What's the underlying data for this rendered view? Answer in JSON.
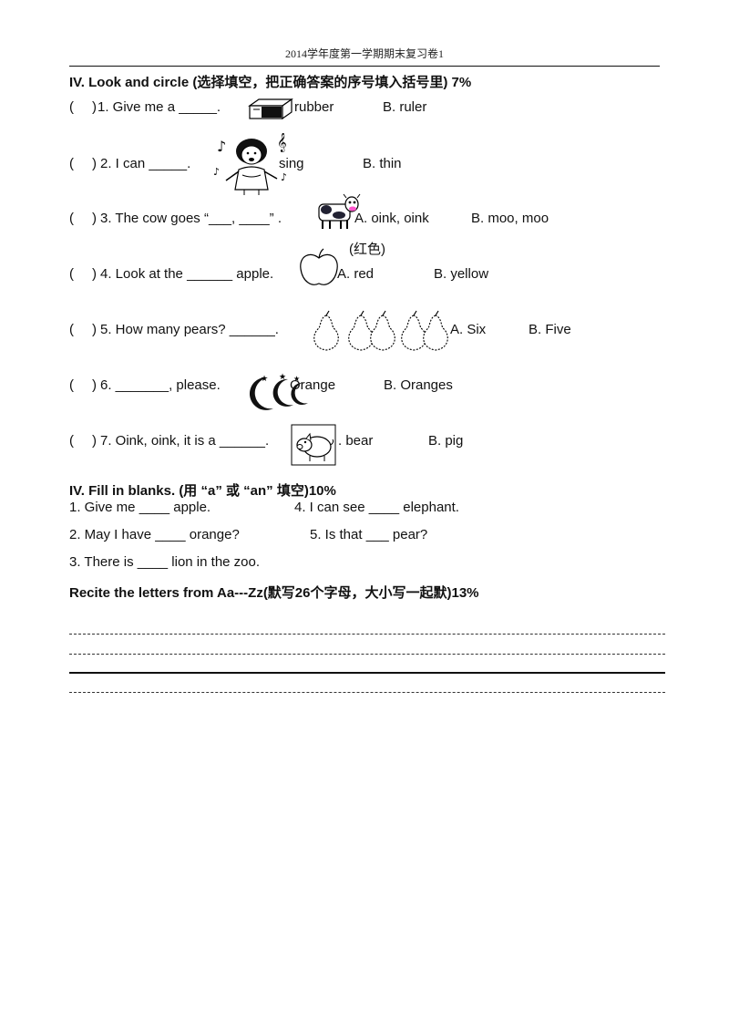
{
  "header": {
    "title": "2014学年度第一学期期末复习卷1"
  },
  "section1": {
    "heading": "IV.  Look and circle (选择填空，把正确答案的序号填入括号里) 7%",
    "items": [
      {
        "paren": "(",
        "paren_close": ")",
        "question": "1. Give me a _____.",
        "option_a": "rubber",
        "option_b": "B. ruler",
        "picture": "eraser-icon"
      },
      {
        "paren": "(",
        "paren_close": ")",
        "question": "2. I can _____.",
        "option_a": "sing",
        "option_b": "B. thin",
        "picture": "singing-girl-icon"
      },
      {
        "paren": "(",
        "paren_close": ")",
        "question": "3. The cow goes “___, ____” .",
        "option_a": "A. oink, oink",
        "option_b": "B. moo, moo",
        "picture": "cow-icon"
      },
      {
        "paren": "(",
        "paren_close": ")",
        "question": "4. Look at the ______ apple.",
        "option_a": "A. red",
        "option_b": "B. yellow",
        "picture": "apple-icon",
        "hint": "(红色)"
      },
      {
        "paren": "(",
        "paren_close": ")",
        "question": "5. How many pears? ______.",
        "option_a": "A. Six",
        "option_b": "B. Five",
        "picture": "pears-icon"
      },
      {
        "paren": "(",
        "paren_close": ")",
        "question": "6. _______, please.",
        "option_a": "Orange",
        "option_b": "B. Oranges",
        "picture": "moon-stars-icon"
      },
      {
        "paren": "(",
        "paren_close": ")",
        "question": "7. Oink, oink, it is a ______.",
        "option_a": ". bear",
        "option_b": "B. pig",
        "picture": "pig-icon"
      }
    ]
  },
  "section2": {
    "heading": "IV. Fill in blanks. (用  “a” 或 “an” 填空)10%",
    "items": [
      "1. Give me ____ apple.",
      "4. I can see ____ elephant.",
      "2. May I have ____ orange?",
      "5. Is that ___ pear?",
      "3. There is ____ lion in the zoo."
    ]
  },
  "section3": {
    "heading": "Recite the letters from Aa---Zz(默写26个字母，大小写一起默)13%"
  }
}
